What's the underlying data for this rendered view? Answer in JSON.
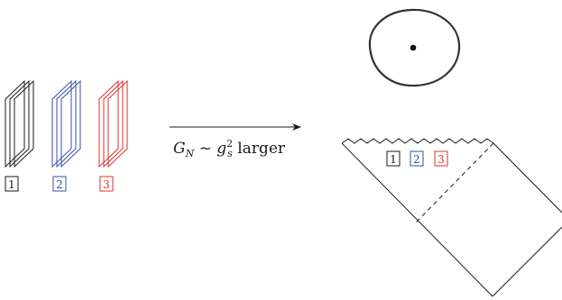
{
  "colors": {
    "black": "#1a1a1a",
    "blue": "#3b4ea6",
    "red": "#d8322c"
  },
  "stacks": [
    {
      "label": "1",
      "color": "black"
    },
    {
      "label": "2",
      "color": "blue"
    },
    {
      "label": "3",
      "color": "red"
    }
  ],
  "arrow": {
    "label_main": "G",
    "label_sub": "N",
    "label_tilde": " ~ ",
    "label_g": "g",
    "label_sup": "2",
    "label_s": "s",
    "label_tail": " larger"
  },
  "penrose": {
    "labels": [
      "1",
      "2",
      "3"
    ]
  }
}
